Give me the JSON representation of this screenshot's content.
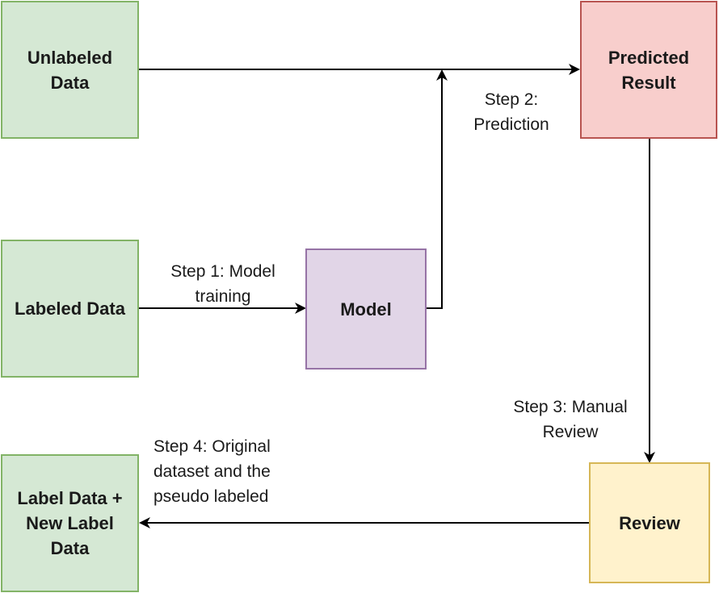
{
  "nodes": {
    "unlabeled": "Unlabeled\nData",
    "predicted": "Predicted\nResult",
    "labeled": "Labeled Data",
    "model": "Model",
    "combined": "Label Data +\nNew Label\nData",
    "review": "Review"
  },
  "edges": {
    "step1": "Step 1: Model\ntraining",
    "step2": "Step 2:\nPrediction",
    "step3": "Step 3: Manual\nReview",
    "step4": "Step 4: Original\ndataset and the\npseudo labeled"
  },
  "colors": {
    "green_fill": "#d5e8d4",
    "red_fill": "#f8cecc",
    "purple_fill": "#e1d5e7",
    "yellow_fill": "#fff2cc",
    "line": "#000000"
  }
}
